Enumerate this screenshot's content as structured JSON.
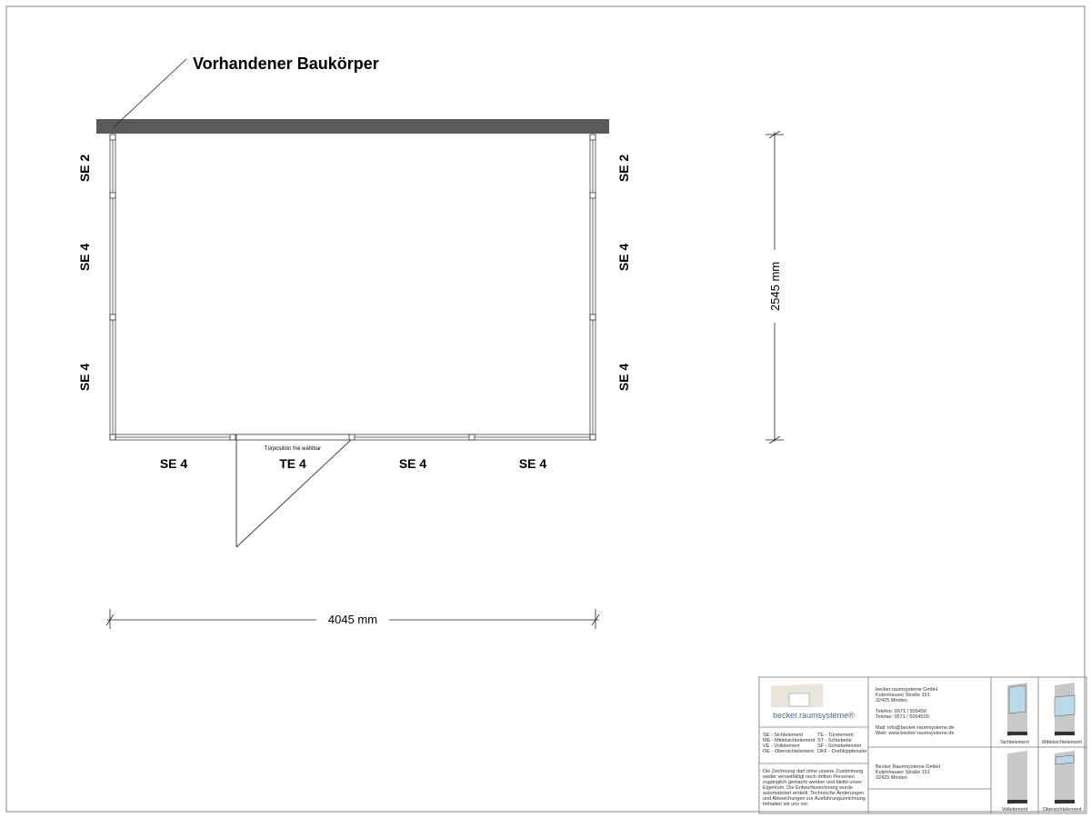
{
  "title_label": "Vorhandener Baukörper",
  "left_labels": [
    "SE 2",
    "SE 4",
    "SE 4"
  ],
  "right_labels": [
    "SE 2",
    "SE 4",
    "SE 4"
  ],
  "bottom_labels": [
    "SE 4",
    "TE 4",
    "SE 4",
    "SE 4"
  ],
  "door_note": "Türposition frei wählbar",
  "dim_height": "2545 mm",
  "dim_width": "4045 mm",
  "colors": {
    "wall": "#5a5a5a",
    "glass": "#bcd9ea",
    "panel": "#c8c8c8"
  },
  "title_block": {
    "logo_text": "becker.raumsysteme®",
    "legend": [
      [
        "SE - Sichtelement",
        "TE - Türelement"
      ],
      [
        "ME - Mittelsichtelement",
        "ST - Schiebetür"
      ],
      [
        "VE - Vollelement",
        "SF - Schiebefenster"
      ],
      [
        "OE - Obersichtelement",
        "DKF - Drehkippfenster"
      ]
    ],
    "disclaimer": [
      "Die Zeichnung darf ohne unsere Zustimmung",
      "weder vervielfältigt noch dritten Personen",
      "zugänglich gemacht werden und bleibt unser",
      "Eigentum. Die Entwurfszeichnung wurde",
      "automatisiert erstellt. Technische Änderungen",
      "und Abweichungen zur Ausführungszeichnung",
      "behalten wir uns vor."
    ],
    "company": [
      "becker.raumsysteme GmbH",
      "Kutenhauser Straße 151",
      "32425 Minden",
      "",
      "Telefon: 0571 / 505450",
      "Telefax: 0571 / 5054529",
      "",
      "Mail: info@becker-raumsysteme.de",
      "Web: www.becker-raumsysteme.de"
    ],
    "customer": [
      "Becker Raumsysteme GmbH",
      "Kutenhauser Straße 151",
      "32425 Minden"
    ],
    "elements": [
      "Sichtelement",
      "Mittelsichtelement",
      "Vollelement",
      "Obersichtelement"
    ]
  }
}
